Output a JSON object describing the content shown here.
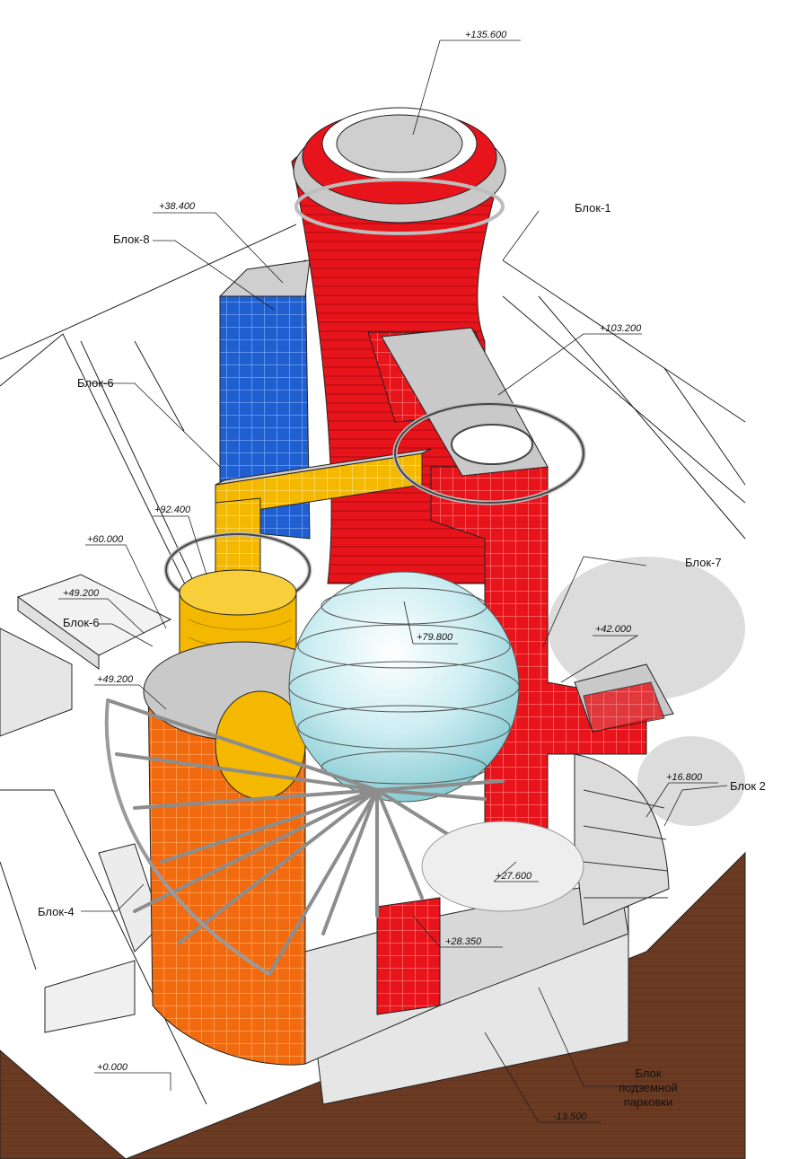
{
  "blocks": {
    "b1": "Блок-1",
    "b8": "Блок-8",
    "b6a": "Блок-6",
    "b6b": "Блок-6",
    "b7": "Блок-7",
    "b2": "Блок 2",
    "b4": "Блок-4",
    "parking": [
      "Блок",
      "подземной",
      "парковки"
    ]
  },
  "elevations": {
    "e135600": "+135.600",
    "e38400": "+38.400",
    "e103200": "+103.200",
    "e92400": "+92.400",
    "e60000": "+60.000",
    "e49200a": "+49.200",
    "e49200b": "+49.200",
    "e79800": "+79.800",
    "e42000": "+42.000",
    "e16800": "+16.800",
    "e27600": "+27.600",
    "e28350": "+28.350",
    "e0000": "+0.000",
    "em13500": "-13.500"
  },
  "colors": {
    "red": "#e8141b",
    "blue": "#1f5fd0",
    "yellow": "#f5b800",
    "orange": "#f26a10",
    "glass": "#bfe7ec",
    "grey": "#c8c8c8",
    "earth": "#6b3a22"
  }
}
